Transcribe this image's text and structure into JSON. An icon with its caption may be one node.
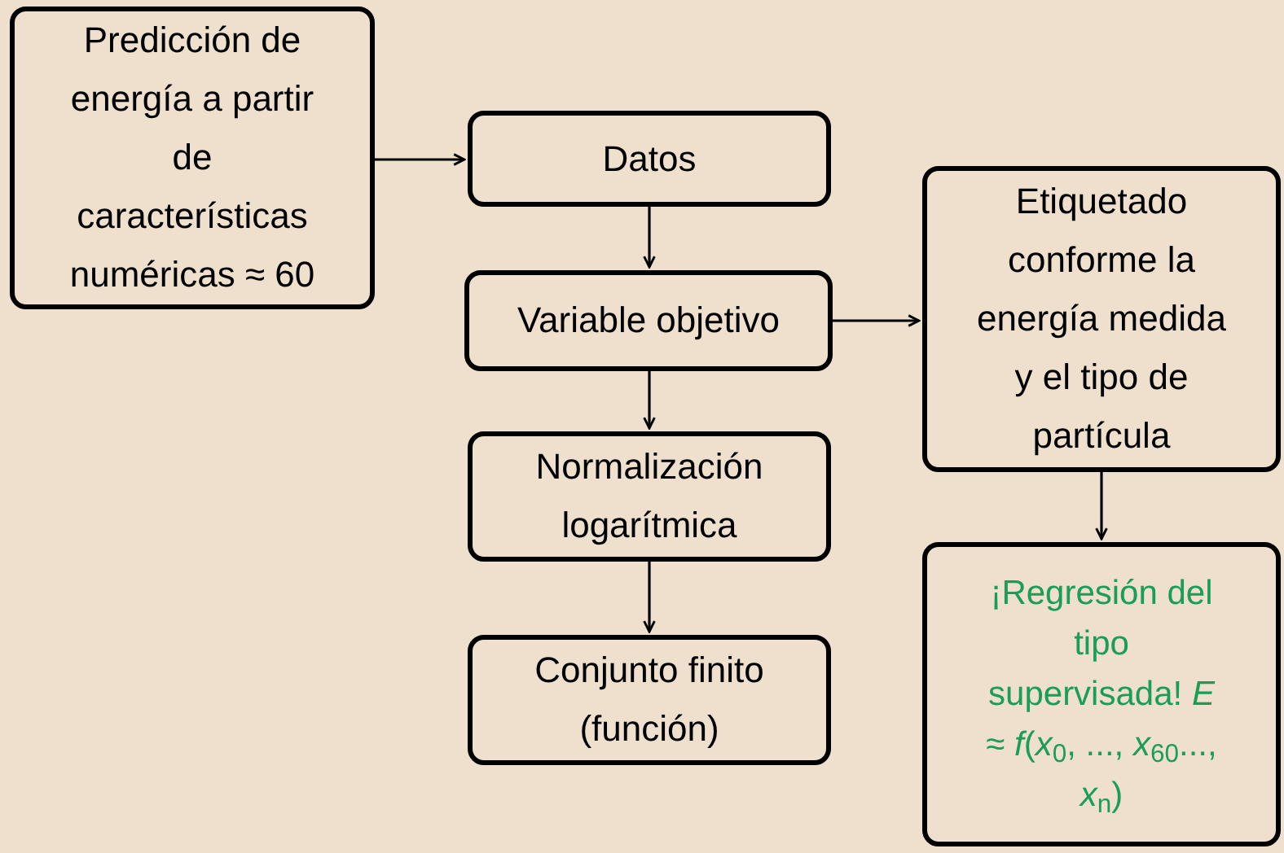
{
  "diagram": {
    "nodes": [
      {
        "text": [
          "Predicción de energía a partir de características numéricas ≈ 60"
        ]
      },
      {
        "text": [
          "Datos"
        ]
      },
      {
        "text": [
          "Variable objetivo"
        ]
      },
      {
        "text": [
          "Normalización logarítmica"
        ]
      },
      {
        "text": [
          "Conjunto finito (función)"
        ]
      },
      {
        "text": [
          "Etiquetado conforme la energía medida y el tipo de partícula"
        ]
      },
      {
        "text": [
          "¡Regresión del tipo supervisada! *E* ≈ *f*(*x*$_{0}$, ..., *x*$_{60}$..., *x*$_{n}$)"
        ]
      }
    ],
    "edges": [
      {
        "from": 0,
        "to": 1,
        "arrow": "to"
      },
      {
        "from": 1,
        "to": 2,
        "arrow": "to"
      },
      {
        "from": 2,
        "to": 3,
        "arrow": "to"
      },
      {
        "from": 3,
        "to": 4,
        "arrow": "to"
      },
      {
        "from": 2,
        "to": 5,
        "arrow": "to"
      },
      {
        "from": 5,
        "to": 6,
        "arrow": "to"
      }
    ]
  }
}
